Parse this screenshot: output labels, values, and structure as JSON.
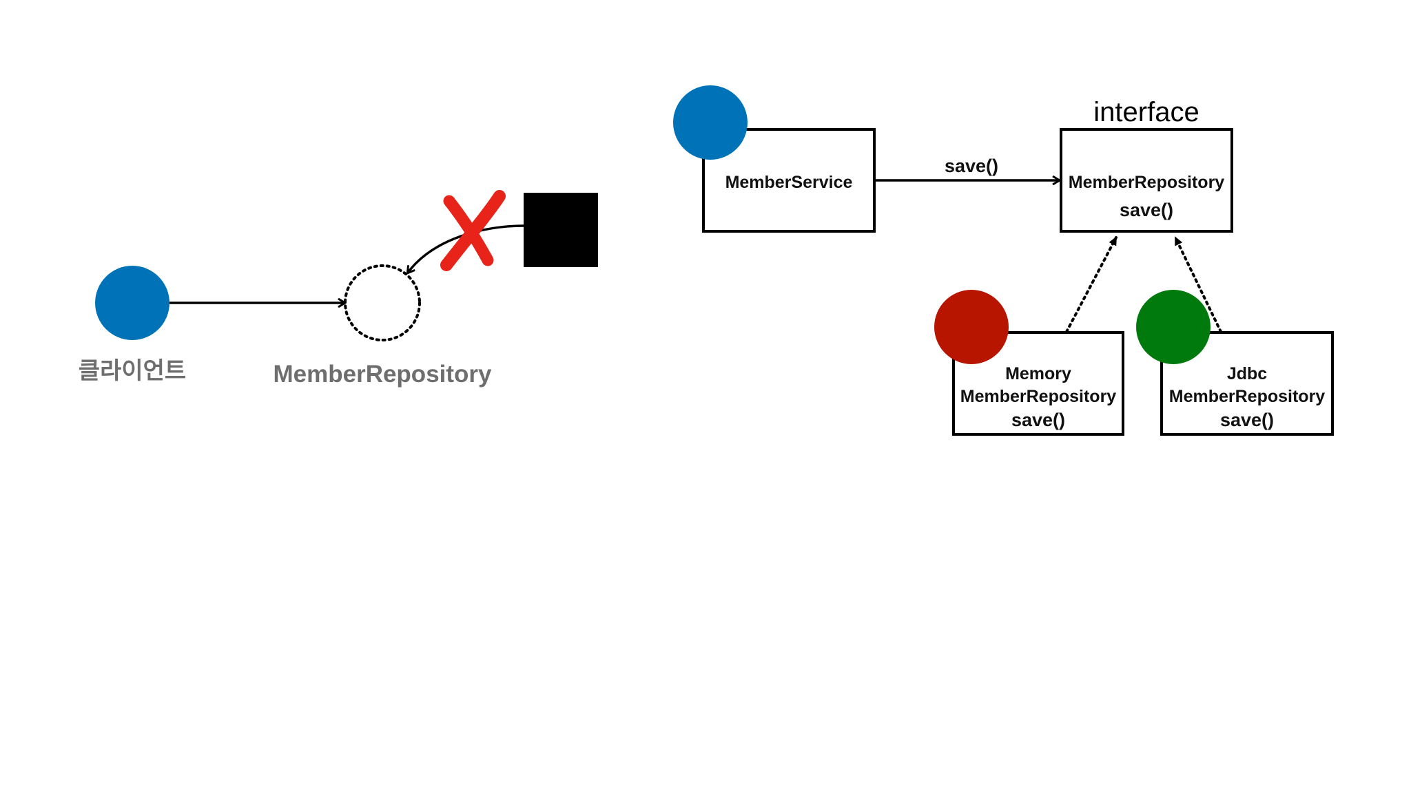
{
  "left_diagram": {
    "client_label": "클라이언트",
    "repository_label": "MemberRepository"
  },
  "right_diagram": {
    "interface_label": "interface",
    "service_box": {
      "label": "MemberService"
    },
    "call_label": "save()",
    "interface_box": {
      "label": "MemberRepository",
      "method": "save()"
    },
    "memory_box": {
      "line1": "Memory",
      "line2": "MemberRepository",
      "method": "save()"
    },
    "jdbc_box": {
      "line1": "Jdbc",
      "line2": "MemberRepository",
      "method": "save()"
    }
  },
  "colors": {
    "client": "#0072b8",
    "service": "#0072b8",
    "memory_impl": "#b81500",
    "jdbc_impl": "#007a0c",
    "blocked_x": "#e8231a",
    "replacement_block": "#000000"
  }
}
